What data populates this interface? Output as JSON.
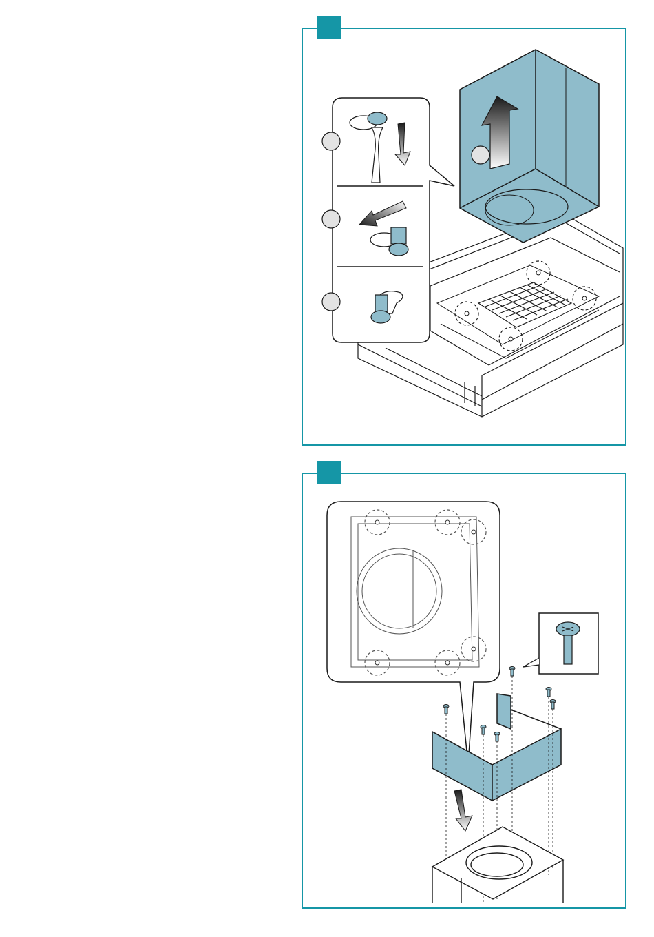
{
  "colors": {
    "accent": "#1596a6",
    "part_fill": "#8fbccb",
    "line": "#1a1a1a",
    "callout_circle": "#e3e3e3"
  },
  "panels": [
    {
      "id": "step-1",
      "callouts": 4,
      "icons": [
        "screwdriver-icon",
        "arrow-up-icon",
        "screw-icon",
        "filter-grid-icon"
      ]
    },
    {
      "id": "step-2",
      "callouts": 0,
      "icons": [
        "screw-detail-icon",
        "arrow-down-icon",
        "bracket-icon"
      ]
    }
  ]
}
